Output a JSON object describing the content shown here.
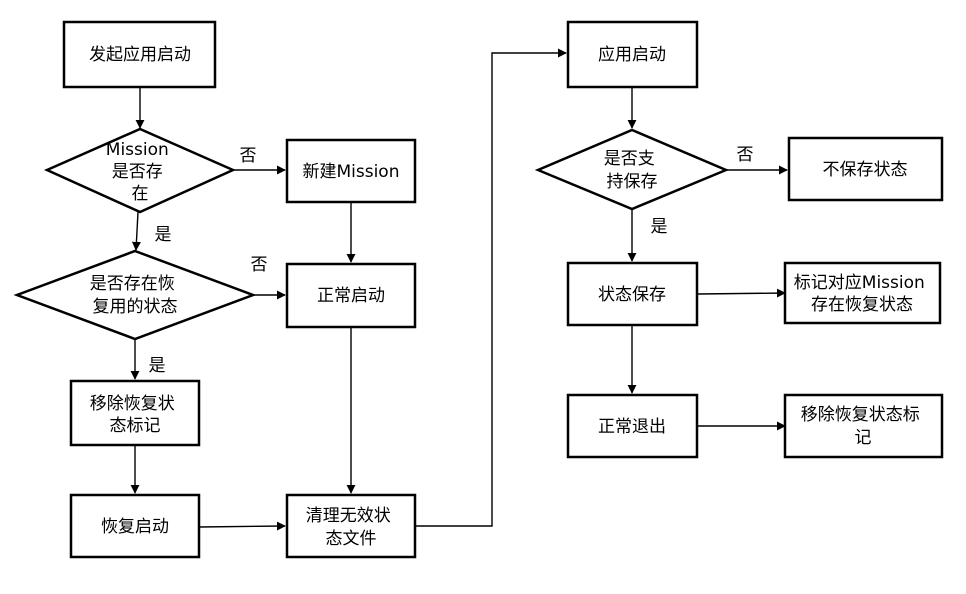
{
  "nodes": {
    "start": {
      "lines": [
        "发起应用启动"
      ]
    },
    "mission_exist": {
      "lines": [
        "Mission",
        "是否存",
        "在"
      ]
    },
    "new_mission": {
      "lines": [
        "新建Mission"
      ]
    },
    "has_recovery": {
      "lines": [
        "是否存在恢",
        "复用的状态"
      ]
    },
    "normal_start": {
      "lines": [
        "正常启动"
      ]
    },
    "remove_mark": {
      "lines": [
        "移除恢复状",
        "态标记"
      ]
    },
    "recover_start": {
      "lines": [
        "恢复启动"
      ]
    },
    "clean_files": {
      "lines": [
        "清理无效状",
        "态文件"
      ]
    },
    "app_start": {
      "lines": [
        "应用启动"
      ]
    },
    "support_save": {
      "lines": [
        "是否支",
        "持保存"
      ]
    },
    "no_save": {
      "lines": [
        "不保存状态"
      ]
    },
    "save_state": {
      "lines": [
        "状态保存"
      ]
    },
    "mark_mission": {
      "lines": [
        "标记对应Mission",
        "存在恢复状态"
      ]
    },
    "normal_exit": {
      "lines": [
        "正常退出"
      ]
    },
    "remove_mark2": {
      "lines": [
        "移除恢复状态标",
        "记"
      ]
    }
  },
  "edges": {
    "no_1": "否",
    "yes_1": "是",
    "no_2": "否",
    "yes_2": "是",
    "no_3": "否",
    "yes_3": "是"
  }
}
